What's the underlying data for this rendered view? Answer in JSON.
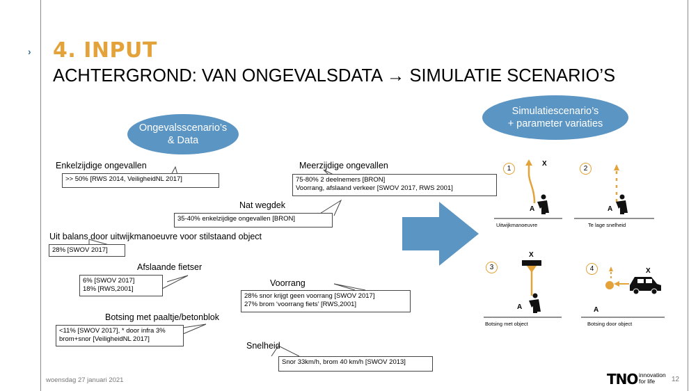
{
  "slide": {
    "section_title": "4. INPUT",
    "title": "ACHTERGROND: VAN ONGEVALSDATA → SIMULATIE SCENARIO’S",
    "footer_date": "woensdag 27 januari 2021",
    "page_number": "12",
    "logo": {
      "text": "TNO",
      "tagline": "innovation\nfor life"
    }
  },
  "colors": {
    "accent_orange": "#e3a33a",
    "ellipse_blue": "#5b95c3",
    "arrow_blue": "#5b95c3"
  },
  "ellipses": {
    "left": "Ongevalsscenario’s\n& Data",
    "right": "Simulatiescenario’s\n+ parameter variaties"
  },
  "callouts": [
    {
      "label": "Enkelzijdige ongevallen",
      "text": ">> 50% [RWS 2014, VeiligheidNL 2017]"
    },
    {
      "label": "Meerzijdige ongevallen",
      "text": "75-80% 2 deelnemers [BRON]\nVoorrang, afslaand verkeer [SWOV 2017, RWS 2001]"
    },
    {
      "label": "Nat wegdek",
      "text": "35-40% enkelzijdige ongevallen [BRON]"
    },
    {
      "label": "Uit balans door uitwijkmanoeuvre voor stilstaand object",
      "text": "28% [SWOV 2017]"
    },
    {
      "label": "Afslaande fietser",
      "text": "6% [SWOV 2017]\n18% [RWS,2001]"
    },
    {
      "label": "Voorrang",
      "text": "28% snor krijgt geen voorrang [SWOV 2017]\n27% brom ‘voorrang fiets’ [RWS,2001]"
    },
    {
      "label": "Botsing met paaltje/betonblok",
      "text": "<11% [SWOV 2017], * door infra 3%\nbrom+snor [VeiligheidNL 2017]"
    },
    {
      "label": "Snelheid",
      "text": "Snor 33km/h, brom 40 km/h [SWOV 2013]"
    }
  ],
  "scenarios": [
    {
      "number": "1",
      "caption": "Uitwijkmanoeuvre",
      "marker_a": "A",
      "marker_x": "X"
    },
    {
      "number": "2",
      "caption": "Te lage snelheid",
      "marker_a": "A"
    },
    {
      "number": "3",
      "caption": "Botsing met object",
      "marker_a": "A",
      "marker_x": "X"
    },
    {
      "number": "4",
      "caption": "Botsing door object",
      "marker_a": "A",
      "marker_x": "X"
    }
  ]
}
